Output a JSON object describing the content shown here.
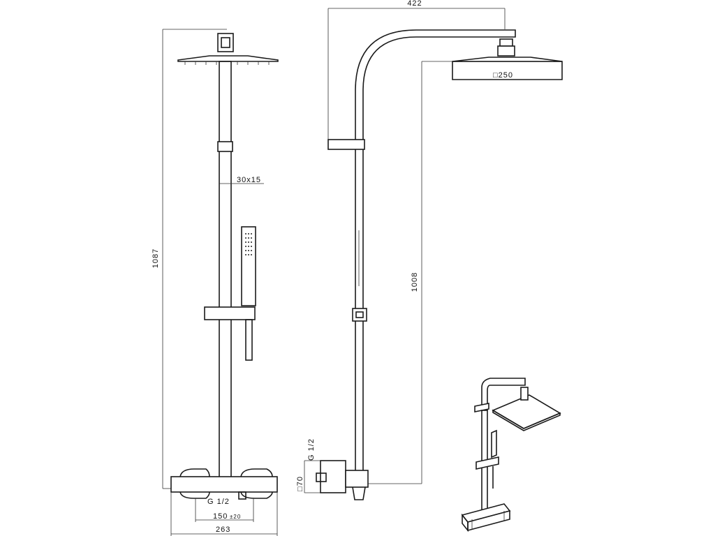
{
  "dimensions": {
    "overall_height": "1087",
    "bar_section": "30x15",
    "base_width": "263",
    "center_distance": "150",
    "center_tolerance": "±20",
    "inlet_thread_front": "G 1/2",
    "arm_reach": "422",
    "head_size": "□250",
    "head_height": "1008",
    "inlet_thread_side": "G 1/2",
    "inlet_square": "□70"
  }
}
